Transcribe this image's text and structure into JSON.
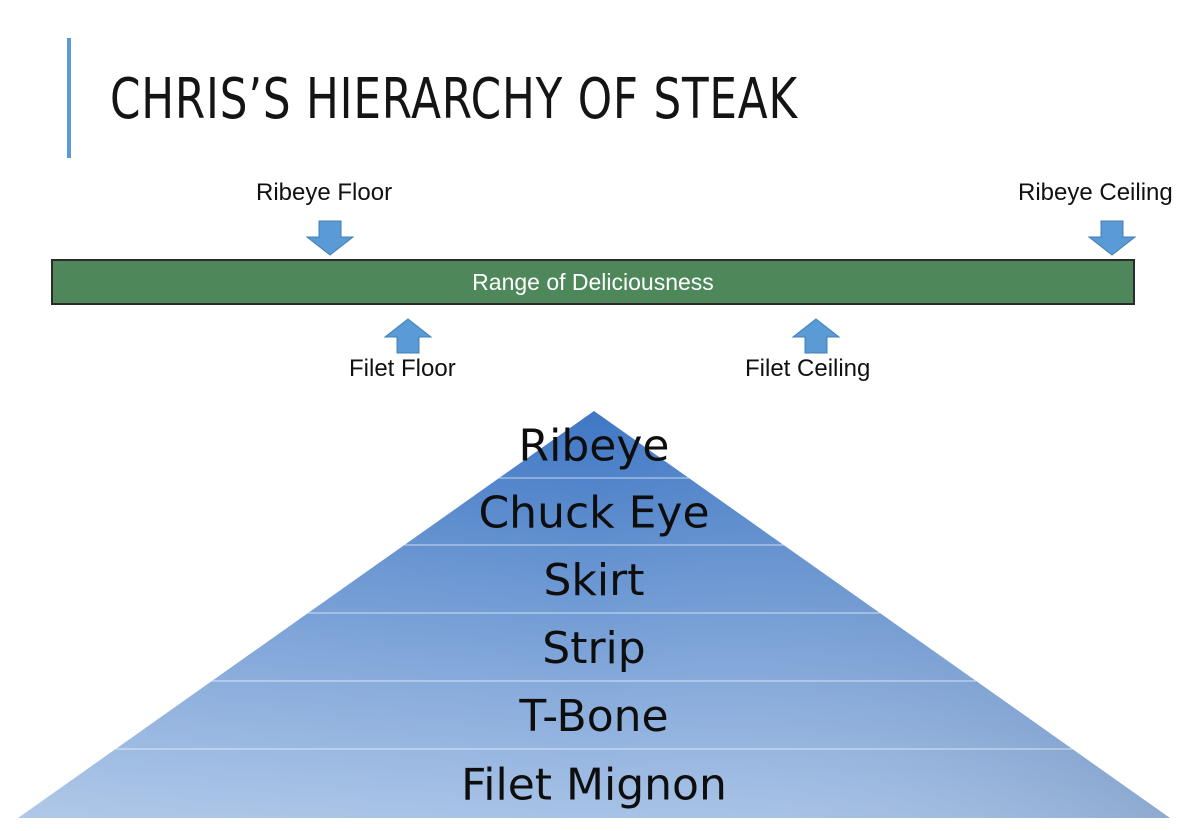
{
  "title": "CHRIS’S HIERARCHY OF STEAK",
  "colors": {
    "accent_bar": "#5b9bd5",
    "range_bar": "#4e8759",
    "arrow_fill": "#5b9bd5",
    "arrow_stroke": "#3f7fb8",
    "pyramid_top": "#3f77c4",
    "pyramid_bottom": "#a7c2e6"
  },
  "scale": {
    "bar_label": "Range of Deliciousness",
    "markers_above": [
      {
        "label": "Ribeye Floor",
        "icon": "arrow-down-icon"
      },
      {
        "label": "Ribeye Ceiling",
        "icon": "arrow-down-icon"
      }
    ],
    "markers_below": [
      {
        "label": "Filet Floor",
        "icon": "arrow-up-icon"
      },
      {
        "label": "Filet Ceiling",
        "icon": "arrow-up-icon"
      }
    ]
  },
  "pyramid": {
    "tiers": [
      "Ribeye",
      "Chuck Eye",
      "Skirt",
      "Strip",
      "T-Bone",
      "Filet Mignon"
    ]
  }
}
